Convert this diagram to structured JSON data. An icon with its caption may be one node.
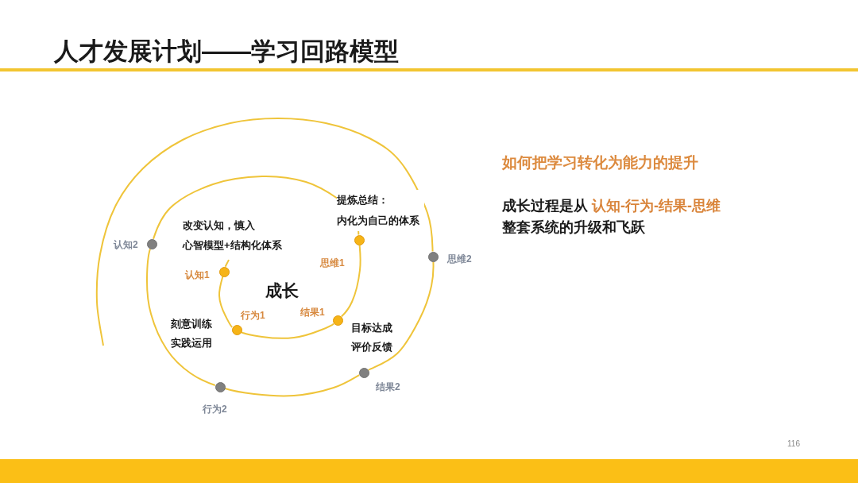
{
  "diagram": {
    "title": "人才发展计划——学习回路模型",
    "nodes": [
      {
        "text": [],
        "shape": "circle",
        "beside": [
          "认知1"
        ]
      },
      {
        "text": [],
        "shape": "circle",
        "beside": [
          "行为1"
        ]
      },
      {
        "text": [],
        "shape": "circle",
        "beside": [
          "结果1"
        ]
      },
      {
        "text": [],
        "shape": "circle",
        "beside": [
          "思维1"
        ]
      },
      {
        "text": [],
        "shape": "circle",
        "beside": [
          "认知2"
        ]
      },
      {
        "text": [],
        "shape": "circle",
        "beside": [
          "行为2"
        ]
      },
      {
        "text": [],
        "shape": "circle",
        "beside": [
          "结果2"
        ]
      },
      {
        "text": [],
        "shape": "circle",
        "beside": [
          "思维2"
        ]
      }
    ],
    "edges": [
      {
        "from": null,
        "to": 0,
        "arrow": "none"
      },
      {
        "from": 0,
        "to": 1,
        "arrow": "none"
      },
      {
        "from": 1,
        "to": 2,
        "arrow": "none"
      },
      {
        "from": 2,
        "to": 3,
        "arrow": "none"
      },
      {
        "from": 3,
        "to": 4,
        "arrow": "none"
      },
      {
        "from": 4,
        "to": 5,
        "arrow": "none"
      },
      {
        "from": 5,
        "to": 6,
        "arrow": "none"
      },
      {
        "from": 6,
        "to": 7,
        "arrow": "none"
      },
      {
        "from": 7,
        "to": null,
        "arrow": "none"
      }
    ],
    "labels": [
      "提炼总结：内化为自己的体系",
      "改变认知，慎入",
      "心智模型+结构化体系",
      "成长",
      "刻意训练实践运用",
      "目标达成评价反馈",
      "如何把学习转化为能力的提升",
      "成长过程是从 **认知-行为-结果-思维**整套系统的升级和飞跃",
      "116"
    ]
  }
}
